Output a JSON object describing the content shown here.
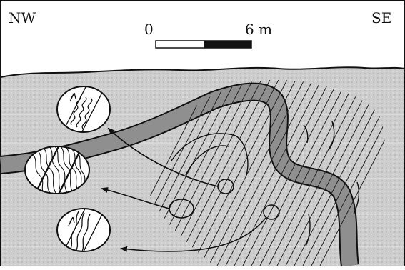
{
  "orientation": {
    "left": "NW",
    "right": "SE"
  },
  "scale_bar": {
    "start_label": "0",
    "end_label": "6 m"
  },
  "colors": {
    "outcrop": "#c9c9c9",
    "band": "#8f8f8f",
    "ink": "#111111",
    "sky": "#ffffff"
  },
  "insets": [
    {
      "name": "upper-inset",
      "depicts": "shear-zone-crenulated-band"
    },
    {
      "name": "middle-inset",
      "depicts": "folded-layering"
    },
    {
      "name": "lower-inset",
      "depicts": "shear-zone-wavy-foliation"
    }
  ]
}
